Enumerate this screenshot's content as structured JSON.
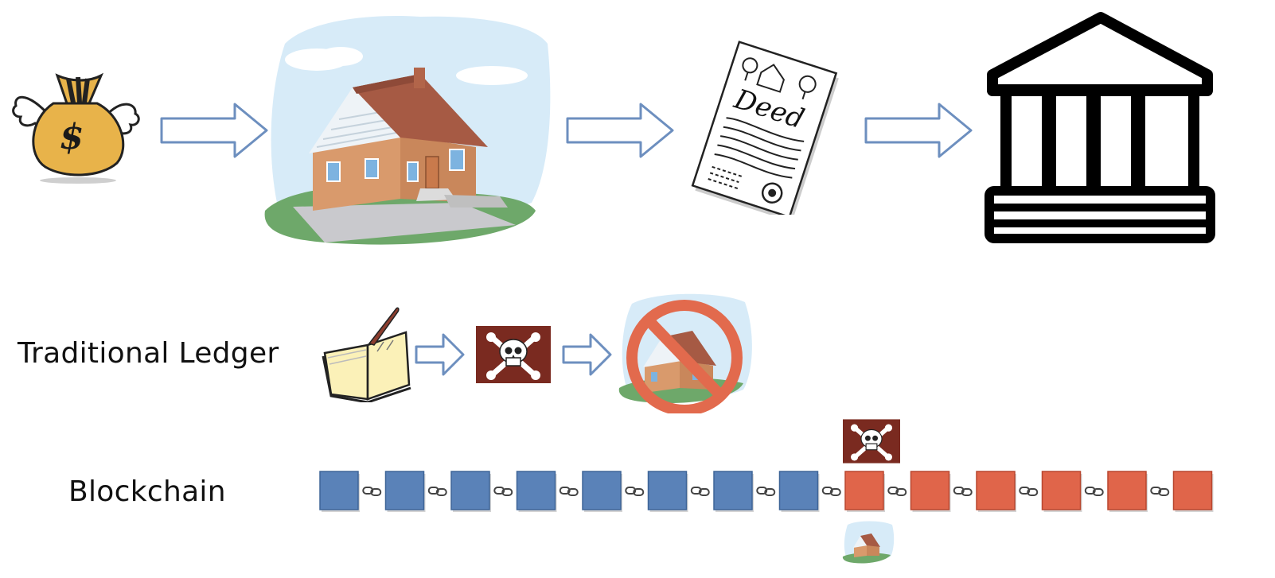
{
  "top_flow": {
    "items": [
      "money-bag",
      "house",
      "deed",
      "bank"
    ],
    "deed_text": "Deed",
    "money_symbol": "$"
  },
  "rows": {
    "traditional": {
      "label": "Traditional Ledger",
      "steps": [
        "ledger-book",
        "skull-crossbones",
        "house-prohibited"
      ]
    },
    "blockchain": {
      "label": "Blockchain",
      "blocks": [
        {
          "status": "original"
        },
        {
          "status": "original"
        },
        {
          "status": "original"
        },
        {
          "status": "original"
        },
        {
          "status": "original"
        },
        {
          "status": "original"
        },
        {
          "status": "original"
        },
        {
          "status": "original"
        },
        {
          "status": "tampered"
        },
        {
          "status": "tampered"
        },
        {
          "status": "tampered"
        },
        {
          "status": "tampered"
        },
        {
          "status": "tampered"
        },
        {
          "status": "tampered"
        }
      ],
      "tamper_marker": "skull-crossbones",
      "tamper_asset": "house"
    }
  },
  "colors": {
    "arrow_stroke": "#6d8fbf",
    "block_original": "#5a82b8",
    "block_tampered": "#e0654a",
    "prohibit": "#e26a4d",
    "skull_bg": "#7a2a20"
  }
}
